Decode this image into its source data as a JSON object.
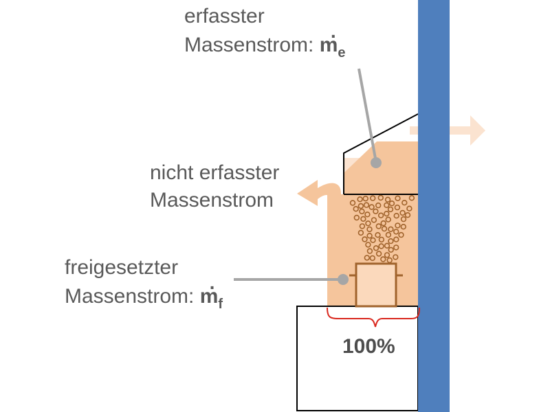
{
  "labels": {
    "captured": {
      "line1": "erfasster",
      "line2_prefix": "Massenstrom: ",
      "symbol": "m",
      "symbol_dot": "·",
      "subscript": "e"
    },
    "not_captured": {
      "line1": "nicht erfasster",
      "line2": "Massenstrom"
    },
    "released": {
      "line1": "freigesetzter",
      "line2_prefix": "Massenstrom: ",
      "symbol": "m",
      "symbol_dot": "·",
      "subscript": "f"
    },
    "percent": "100%"
  },
  "colors": {
    "wall": "#4f7fbd",
    "plume": "#f5c59c",
    "plume_light": "#fbe3d0",
    "particle_stroke": "#a0632c",
    "source_stroke": "#a0632c",
    "brace": "#d9261c",
    "leader": "#a6a6a6",
    "text": "#595959",
    "outline": "#000000"
  }
}
